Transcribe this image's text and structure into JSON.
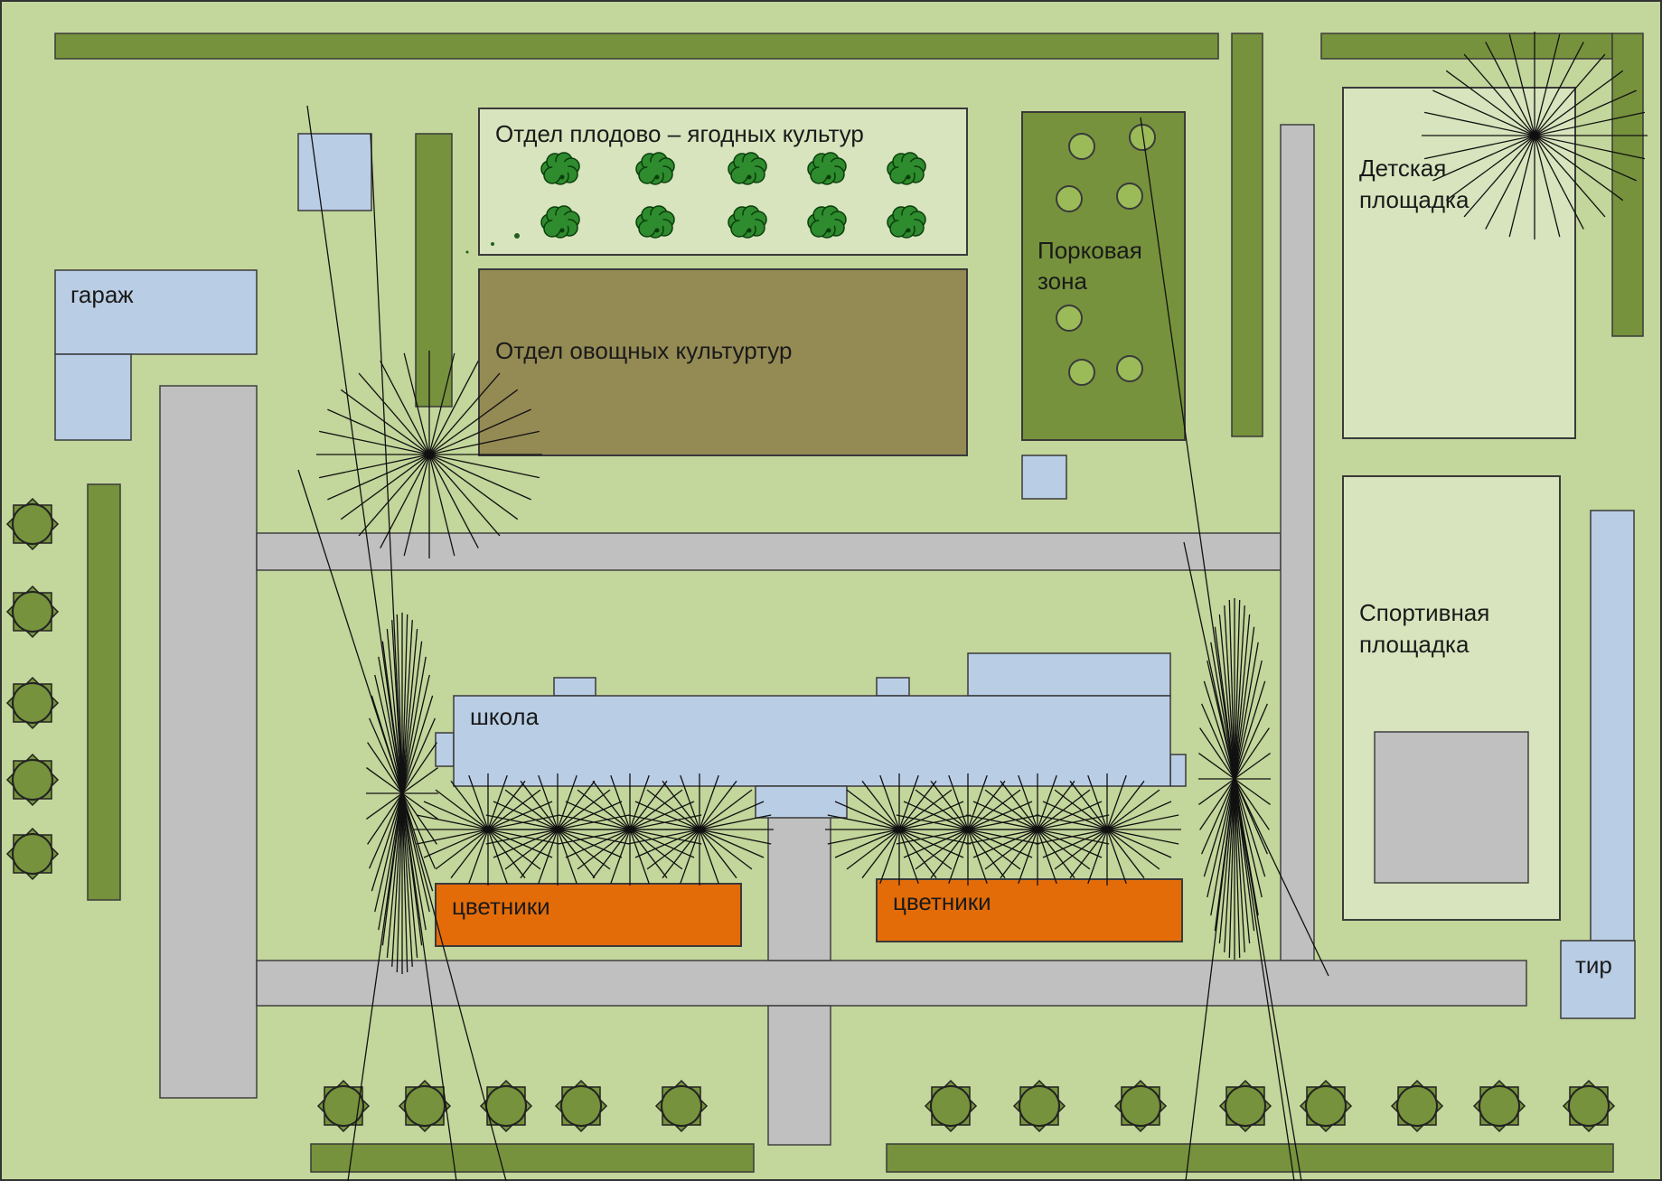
{
  "map": {
    "labels": {
      "garage": "гараж",
      "fruit_berry": "Отдел плодово – ягодных культур",
      "vegetable": "Отдел овощных культуртур",
      "park_zone_line1": "Порковая",
      "park_zone_line2": "зона",
      "kids_line1": "Детская",
      "kids_line2": "площадка",
      "sports_line1": "Спортивная",
      "sports_line2": "площадка",
      "school": "школа",
      "flowerbed_left": "цветники",
      "flowerbed_right": "цветники",
      "shooting_range": "тир"
    },
    "colors": {
      "background": "#c3d69b",
      "road": "#c0c0c0",
      "hedge": "#76923c",
      "building": "#b9cde5",
      "light_zone": "#d7e4bd",
      "vegetable_zone": "#948a54",
      "flowerbed": "#e36c09",
      "bush": "#2e8b2e"
    }
  }
}
